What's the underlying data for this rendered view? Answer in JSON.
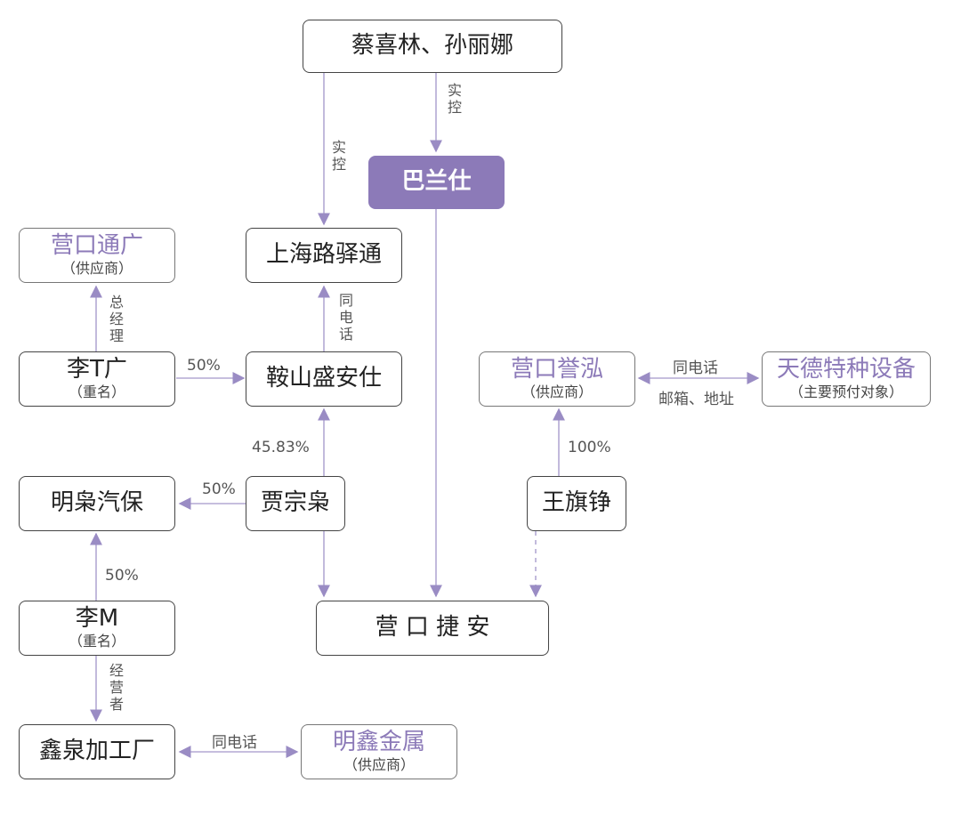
{
  "nodes": {
    "cai_sun": {
      "name": "蔡喜林、孙丽娜"
    },
    "balanshi": {
      "name": "巴兰仕"
    },
    "shanghai_luyitong": {
      "name": "上海路驿通"
    },
    "yingkou_tongguang": {
      "name": "营口通广",
      "sub": "（供应商）"
    },
    "li_tguang": {
      "name": "李T广",
      "sub": "（重名）"
    },
    "anshan": {
      "name": "鞍山盛安仕"
    },
    "mingxiao": {
      "name": "明枭汽保"
    },
    "jia_zongxiao": {
      "name": "贾宗枭"
    },
    "li_m": {
      "name": "李M",
      "sub": "（重名）"
    },
    "xinquan": {
      "name": "鑫泉加工厂"
    },
    "mingxin": {
      "name": "明鑫金属",
      "sub": "（供应商）"
    },
    "yingkou_jiean": {
      "name": "营 口 捷 安"
    },
    "yingkou_yuhong": {
      "name": "营口誉泓",
      "sub": "（供应商）"
    },
    "tiande": {
      "name": "天德特种设备",
      "sub": "（主要预付对象）"
    },
    "wang_qizheng": {
      "name": "王旗铮"
    }
  },
  "edge_labels": {
    "control_1": "实控",
    "control_2": "实控",
    "gm": "总经理",
    "same_phone_1": "同电话",
    "pct_li_anshan": "50%",
    "pct_jia_anshan": "45.83%",
    "pct_jia_mingxiao": "50%",
    "pct_lim_mingxiao": "50%",
    "operator": "经营者",
    "same_phone_2": "同电话",
    "same_phone_3": "同电话",
    "mail_address": "邮箱、地址",
    "pct_wang_yuhong": "100%"
  },
  "colors": {
    "accent": "#8c7ab8",
    "arrow": "#9a8cc4",
    "border": "#444444"
  }
}
